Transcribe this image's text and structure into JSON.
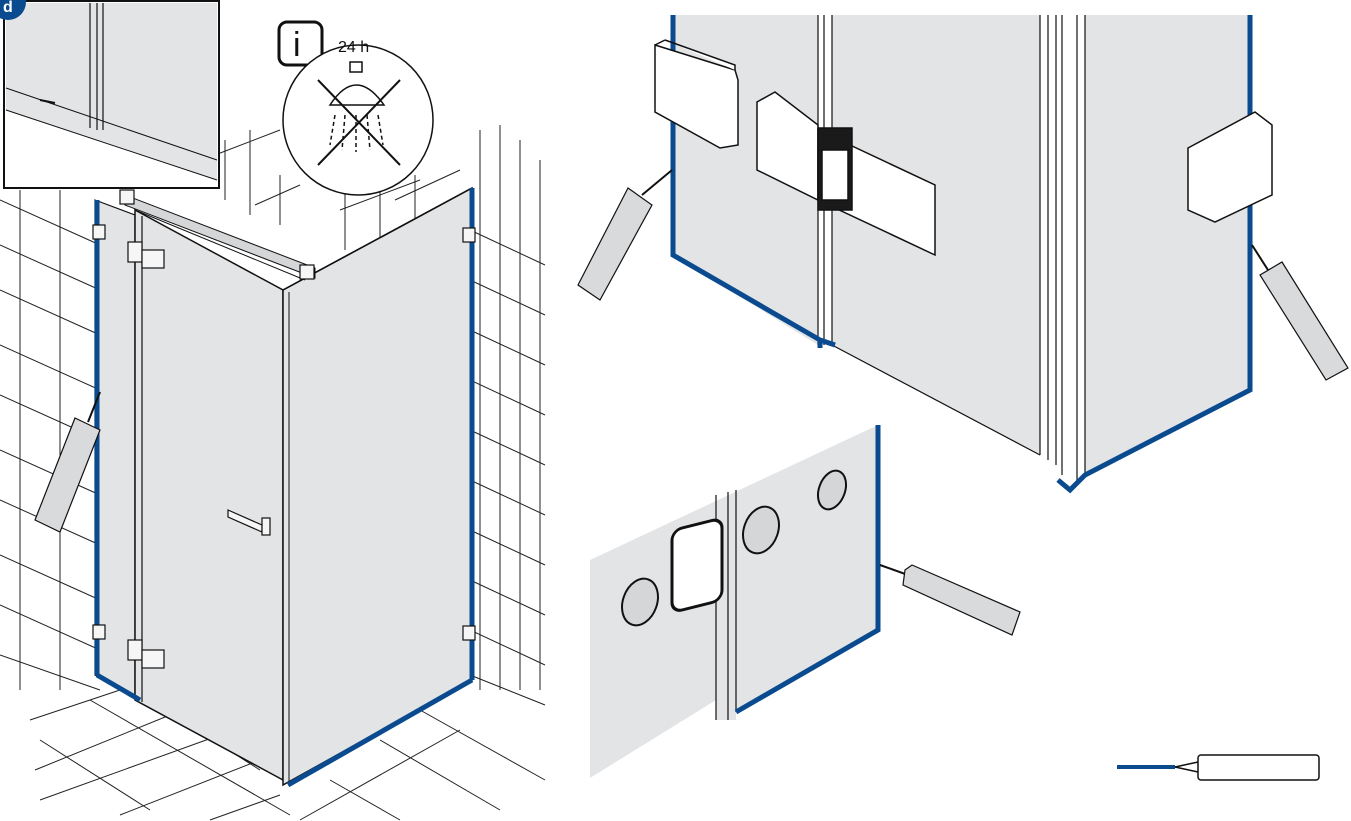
{
  "step": {
    "label": "d"
  },
  "info_notice": {
    "icon": "info-icon",
    "glyph": "i",
    "wait_time": "24 h",
    "prohibited": "no-shower-icon"
  },
  "panels": [
    {
      "name": "overview",
      "description_icon": "shower-enclosure-silicone-overview"
    },
    {
      "name": "hinge-detail",
      "description_icon": "hinge-silicone-detail"
    },
    {
      "name": "wall-bracket-detail",
      "description_icon": "wall-bracket-silicone-detail"
    }
  ],
  "legend": {
    "icon": "silicone-cartridge-icon"
  },
  "colors": {
    "silicone": "#0a4a8f",
    "glass": "#e3e4e6",
    "outline": "#111111",
    "tile_line": "#222222"
  }
}
